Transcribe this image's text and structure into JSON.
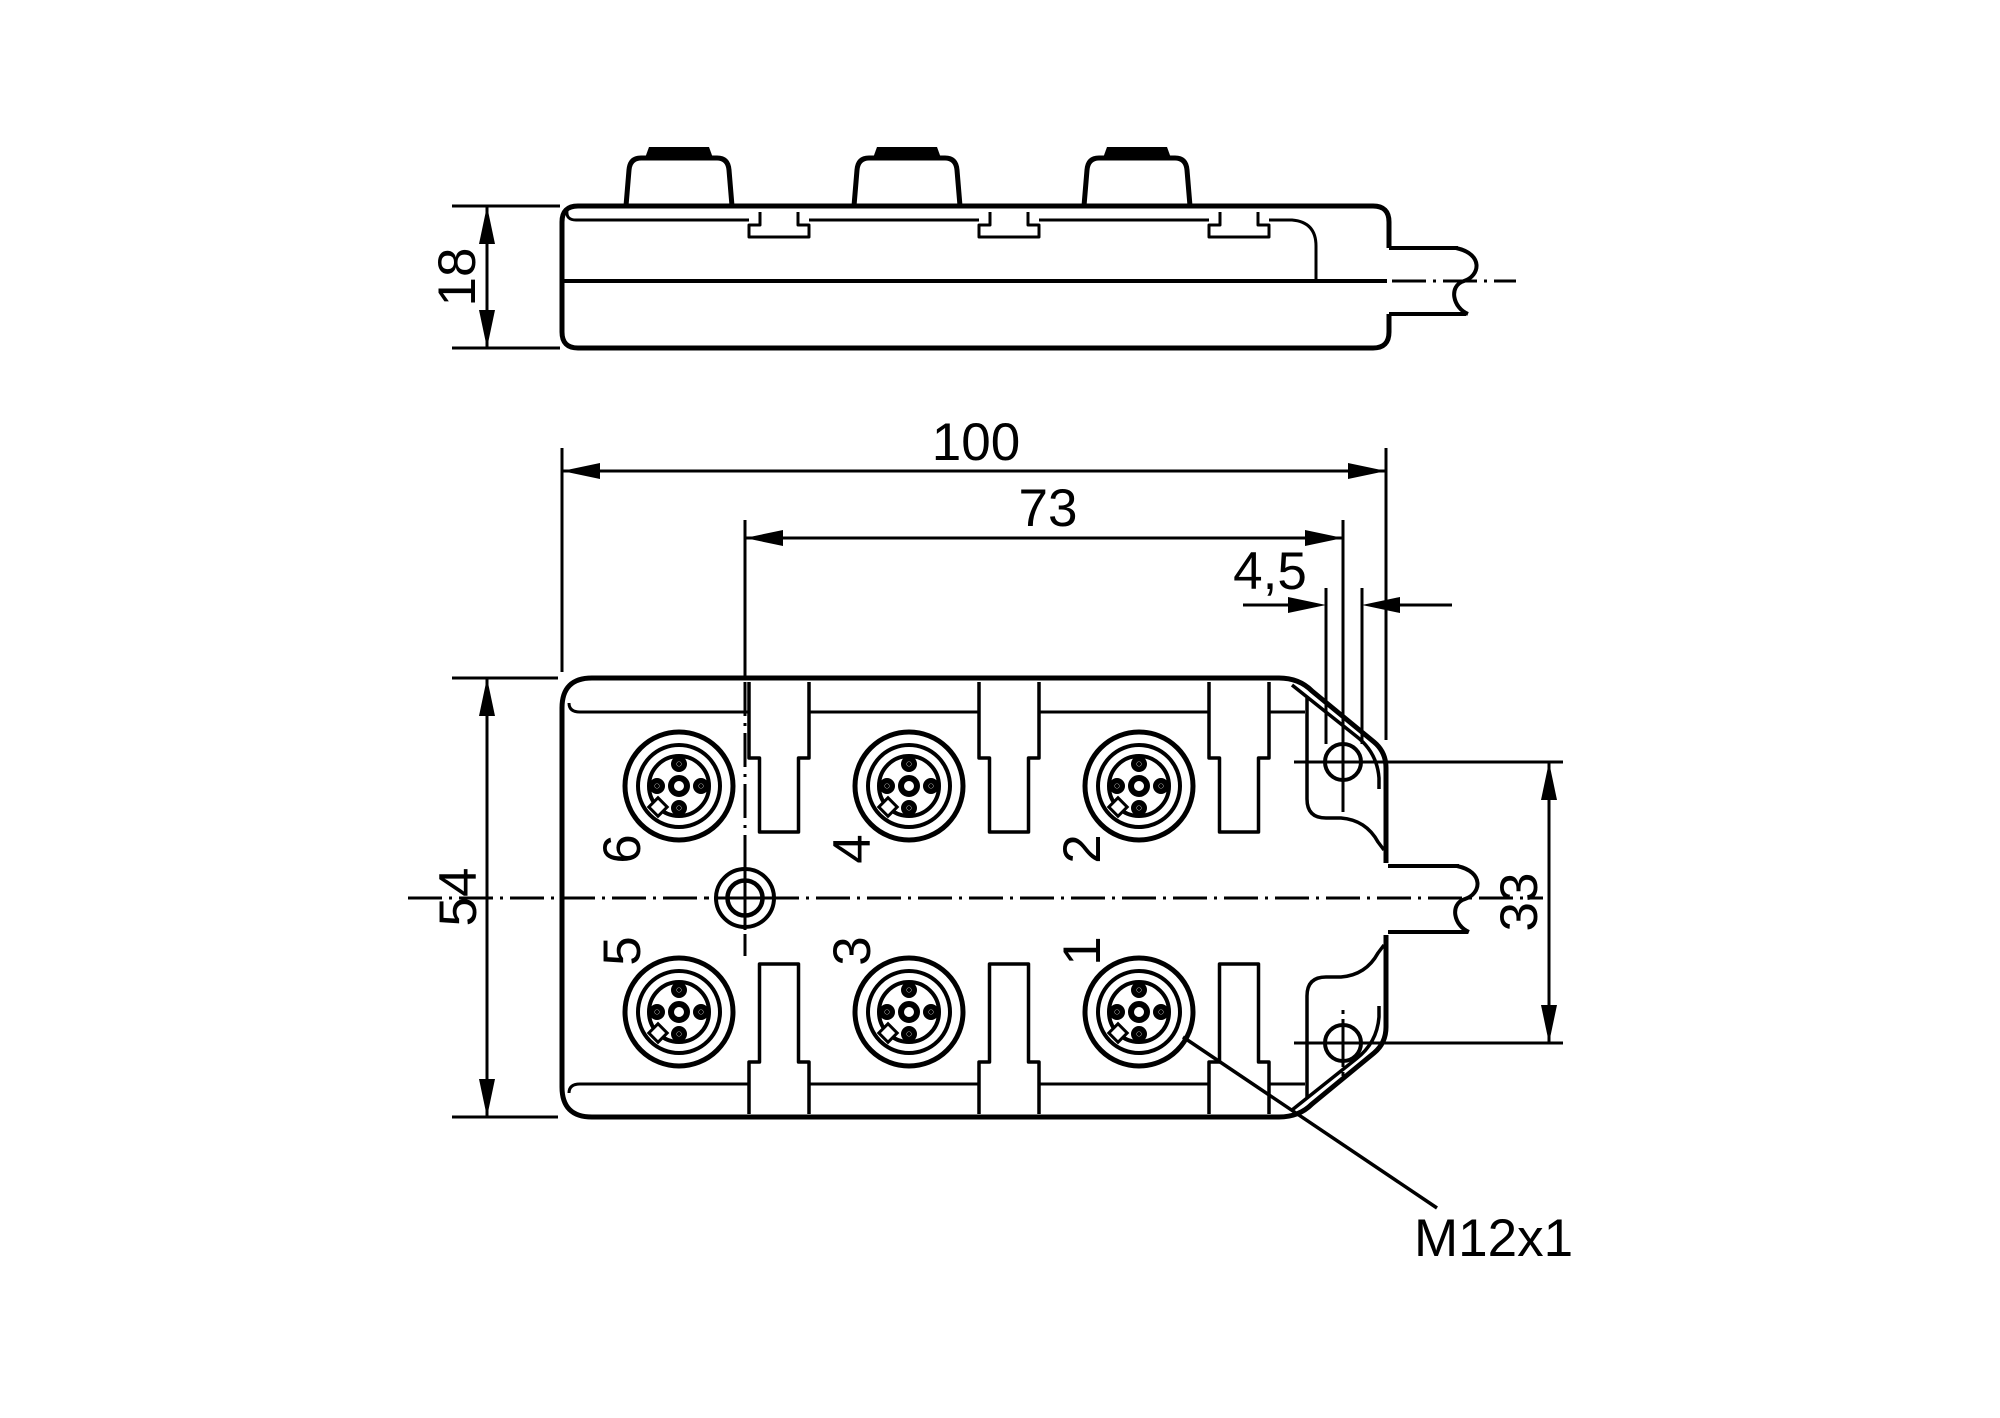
{
  "drawing": {
    "dimensions": {
      "side_height": "18",
      "total_width": "100",
      "connector_span": "73",
      "mounting_hole_diameter": "4,5",
      "total_height": "54",
      "cable_axis_offset": "33"
    },
    "labels": {
      "thread": "M12x1"
    },
    "ports": [
      {
        "label": "6"
      },
      {
        "label": "4"
      },
      {
        "label": "2"
      },
      {
        "label": "5"
      },
      {
        "label": "3"
      },
      {
        "label": "1"
      }
    ],
    "colors": {
      "line": "#000000",
      "background": "#ffffff"
    }
  }
}
